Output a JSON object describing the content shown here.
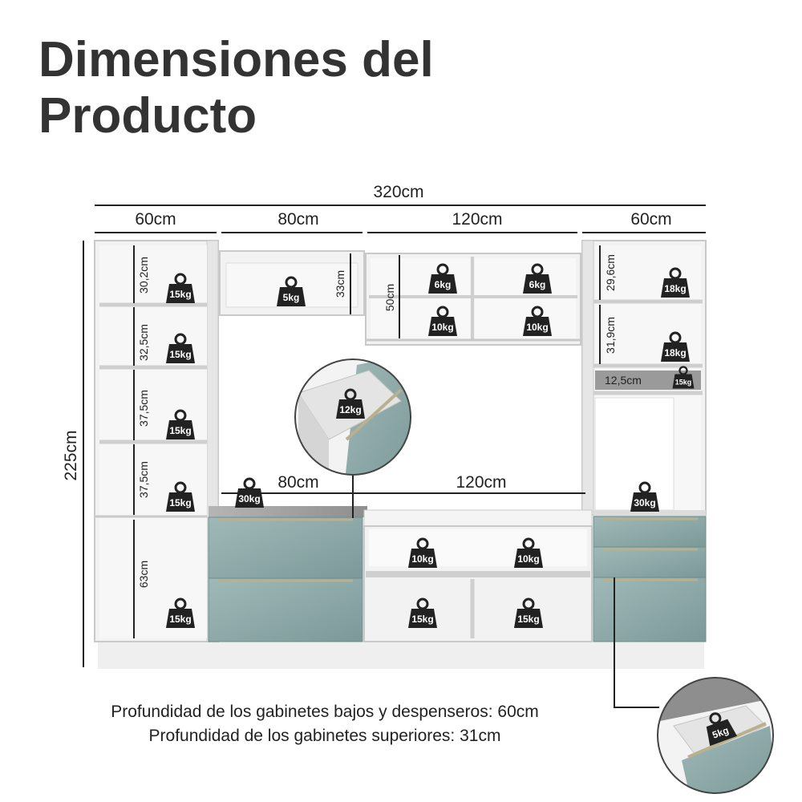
{
  "title": {
    "line1": "Dimensiones del",
    "line2": "Producto"
  },
  "dimensions": {
    "total_width": "320cm",
    "total_height": "225cm",
    "section_widths": [
      "60cm",
      "80cm",
      "120cm",
      "60cm"
    ],
    "lower_widths": [
      "80cm",
      "120cm"
    ]
  },
  "heights": {
    "left_tower": [
      "30,2cm",
      "32,5cm",
      "37,5cm",
      "37,5cm",
      "63cm"
    ],
    "upper_80": "33cm",
    "upper_120": "50cm",
    "right_tower": [
      "29,6cm",
      "31,9cm",
      "12,5cm"
    ]
  },
  "weights": {
    "left_tower": [
      "15kg",
      "15kg",
      "15kg",
      "15kg",
      "15kg"
    ],
    "upper_80": "5kg",
    "upper_120": [
      "6kg",
      "6kg",
      "10kg",
      "10kg"
    ],
    "right_tower": [
      "18kg",
      "18kg",
      "15kg"
    ],
    "countertop_left": "30kg",
    "countertop_right": "30kg",
    "drawer_zoom": "12kg",
    "tv_unit": [
      "10kg",
      "10kg",
      "15kg",
      "15kg"
    ],
    "drawer_zoom_bottom": "5kg"
  },
  "footer": {
    "line1": "Profundidad de los gabinetes bajos y despenseros: 60cm",
    "line2": "Profundidad de los gabinetes superiores: 31cm"
  },
  "colors": {
    "cabinet_white": "#f2f2f2",
    "cabinet_edge": "#c9c9c9",
    "door_teal": "#8aa6a5",
    "countertop_gray": "#a9a9a9",
    "weight_icon": "#222222",
    "dimension_line": "#222222"
  }
}
